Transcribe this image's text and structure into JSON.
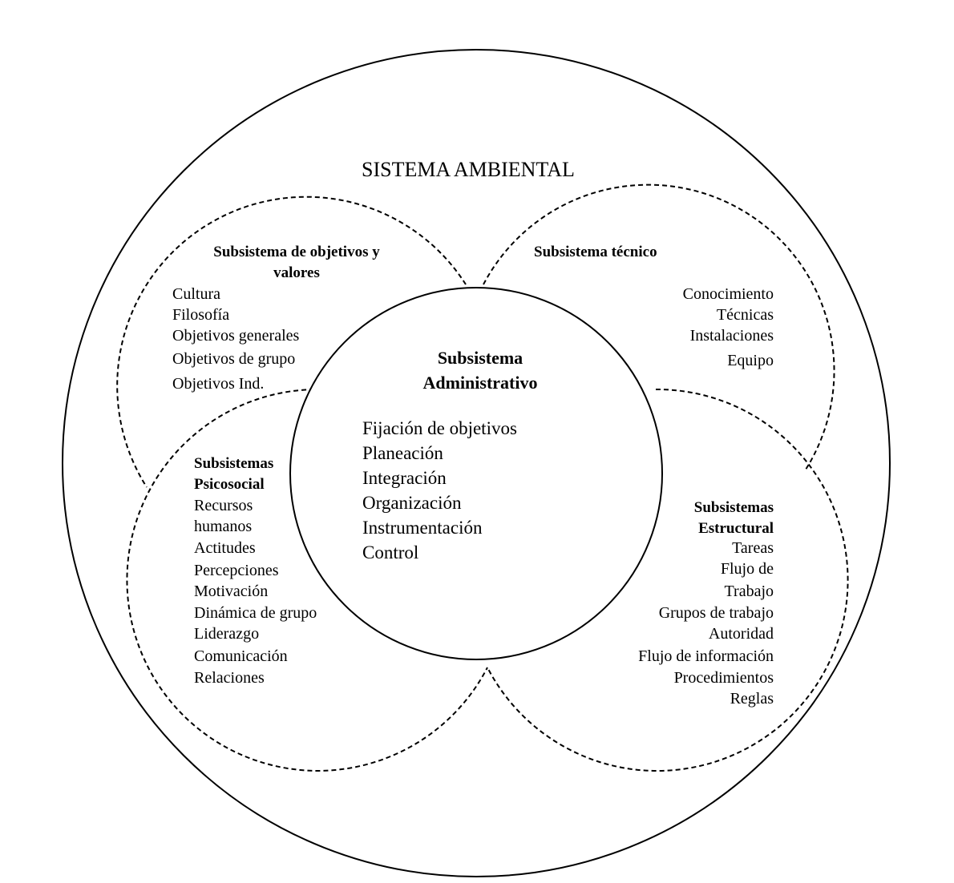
{
  "outer_title": "SISTEMA AMBIENTAL",
  "center": {
    "title_line1": "Subsistema",
    "title_line2": "Administrativo",
    "items": [
      "Fijación de objetivos",
      "Planeación",
      "Integración",
      "Organización",
      "Instrumentación",
      "Control"
    ]
  },
  "objetivos": {
    "title_line1": "Subsistema de objetivos y",
    "title_line2": "valores",
    "items": [
      "Cultura",
      "Filosofía",
      "Objetivos generales",
      "Objetivos de grupo",
      "Objetivos Ind."
    ]
  },
  "tecnico": {
    "title": "Subsistema técnico",
    "items": [
      "Conocimiento",
      "Técnicas",
      "Instalaciones",
      "Equipo"
    ]
  },
  "psicosocial": {
    "title_line1": "Subsistemas",
    "title_line2": "Psicosocial",
    "items": [
      "Recursos",
      "humanos",
      "Actitudes",
      "Percepciones",
      "Motivación",
      "Dinámica de grupo",
      "Liderazgo",
      "Comunicación",
      "Relaciones"
    ]
  },
  "estructural": {
    "title_line1": "Subsistemas",
    "title_line2": "Estructural",
    "items": [
      "Tareas",
      "Flujo de",
      "Trabajo",
      "Grupos de trabajo",
      "Autoridad",
      "Flujo de información",
      "Procedimientos",
      "Reglas"
    ]
  }
}
